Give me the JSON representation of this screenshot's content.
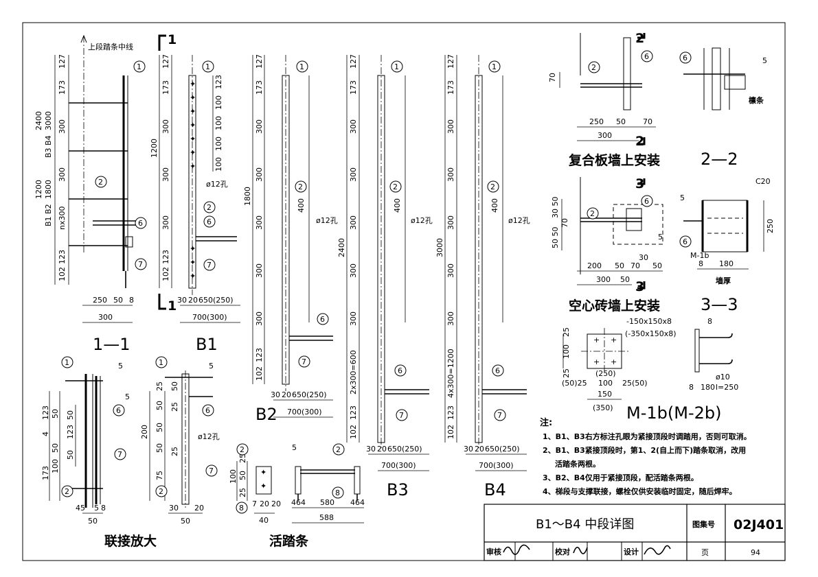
{
  "sheet": {
    "title": "B1～B4  中段详图",
    "atlas_label": "图集号",
    "atlas_no": "02J401",
    "page_label": "页",
    "page_no": "94",
    "review_label": "审核",
    "check_label": "校对",
    "design_label": "设计"
  },
  "views": {
    "section_1_1": "1—1",
    "b1": "B1",
    "b2": "B2",
    "b3": "B3",
    "b4": "B4",
    "composite_wall": "复合板墙上安装",
    "section_2_2": "2—2",
    "hollow_brick_wall": "空心砖墙上安装",
    "section_3_3": "3—3",
    "m1b": "M-1b(M-2b)",
    "joint_detail": "联接放大",
    "movable_rung": "活踏条"
  },
  "labels": {
    "upper_rung_centerline": "上段踏条中线",
    "hole12": "ø12孔",
    "purlin": "檩条",
    "wall_thickness": "墙厚",
    "c20": "C20",
    "m1b_tag": "M-1b",
    "plate": "-150x150x8",
    "plate_alt": "(-350x150x8)",
    "bolt": "ø10",
    "bolt_len": "l=250",
    "mark1": "1",
    "mark2": "2",
    "mark3": "3"
  },
  "dims": {
    "h127": "127",
    "h173": "173",
    "h300": "300",
    "h123": "123",
    "h102": "102",
    "b3b4": "B3  B4",
    "b1b2": "B1  B2",
    "v2400": "2400",
    "v3000": "3000",
    "v1200": "1200",
    "v1800": "1800",
    "nx300": "nx300",
    "w250": "250",
    "w50": "50",
    "w8": "8",
    "w300": "300",
    "w30": "30",
    "w20": "20",
    "w650": "650(250)",
    "w700": "700(300)",
    "h100": "100",
    "h400": "400",
    "v2x300": "2x300=600",
    "v4x300": "4x300=1200",
    "w70": "70",
    "w200": "200",
    "w180": "180",
    "w150": "150",
    "w350": "(350)",
    "w250b": "(250)",
    "w25": "25",
    "w25_50": "25(50)",
    "w50_25": "(50)25",
    "w45": "45",
    "w5": "5",
    "w4": "4",
    "w75": "75",
    "w580": "580",
    "w588": "588",
    "w40": "40",
    "w7": "7",
    "w464": "464",
    "w30_50": "30 50",
    "w50_50": "50 50"
  },
  "notes": {
    "heading": "注:",
    "items": [
      "1、B1、B3右方标注孔眼为紧接顶段时调踏用，否则可取消。",
      "2、B1、B3紧接顶段时，第1、2(自上而下)踏条取消，改用",
      "活踏条两根。",
      "3、B2、B4仅用于紧接顶段，配活踏条两根。",
      "4、梯段与支撑联接，螺栓仅供安装临时固定，随后焊牢。"
    ]
  },
  "callouts": [
    "1",
    "2",
    "6",
    "7",
    "8"
  ],
  "weld": "5"
}
